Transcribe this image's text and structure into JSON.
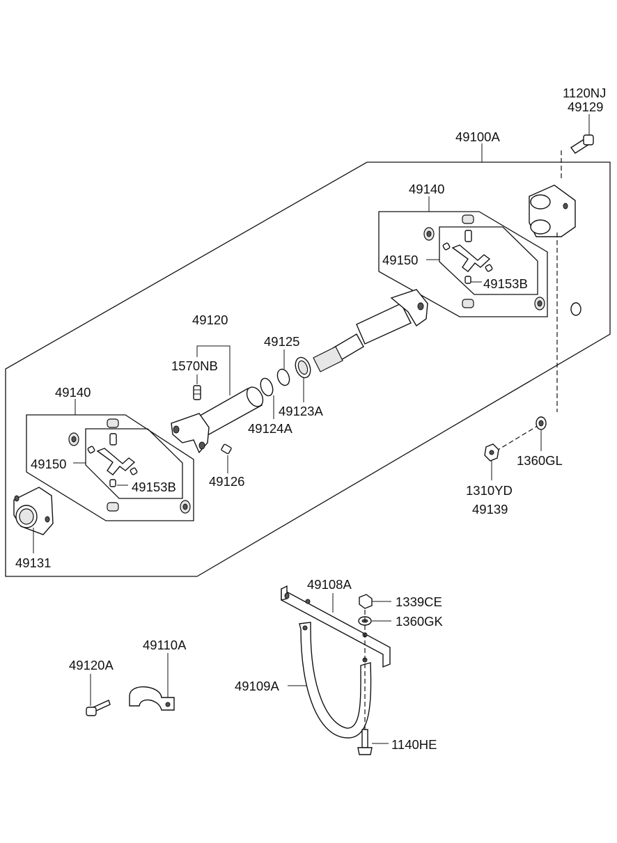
{
  "parts": {
    "p1120NJ": "1120NJ",
    "p49129": "49129",
    "p49100A": "49100A",
    "p49140_top": "49140",
    "p49150_top": "49150",
    "p49153B_top": "49153B",
    "p49120": "49120",
    "p49125": "49125",
    "p1570NB": "1570NB",
    "p49123A": "49123A",
    "p49124A": "49124A",
    "p49140_left": "49140",
    "p49150_left": "49150",
    "p49153B_left": "49153B",
    "p49126": "49126",
    "p49131": "49131",
    "p1360GL": "1360GL",
    "p1310YD": "1310YD",
    "p49139": "49139",
    "p49108A": "49108A",
    "p1339CE": "1339CE",
    "p1360GK": "1360GK",
    "p49110A": "49110A",
    "p49120A": "49120A",
    "p49109A": "49109A",
    "p1140HE": "1140HE"
  }
}
